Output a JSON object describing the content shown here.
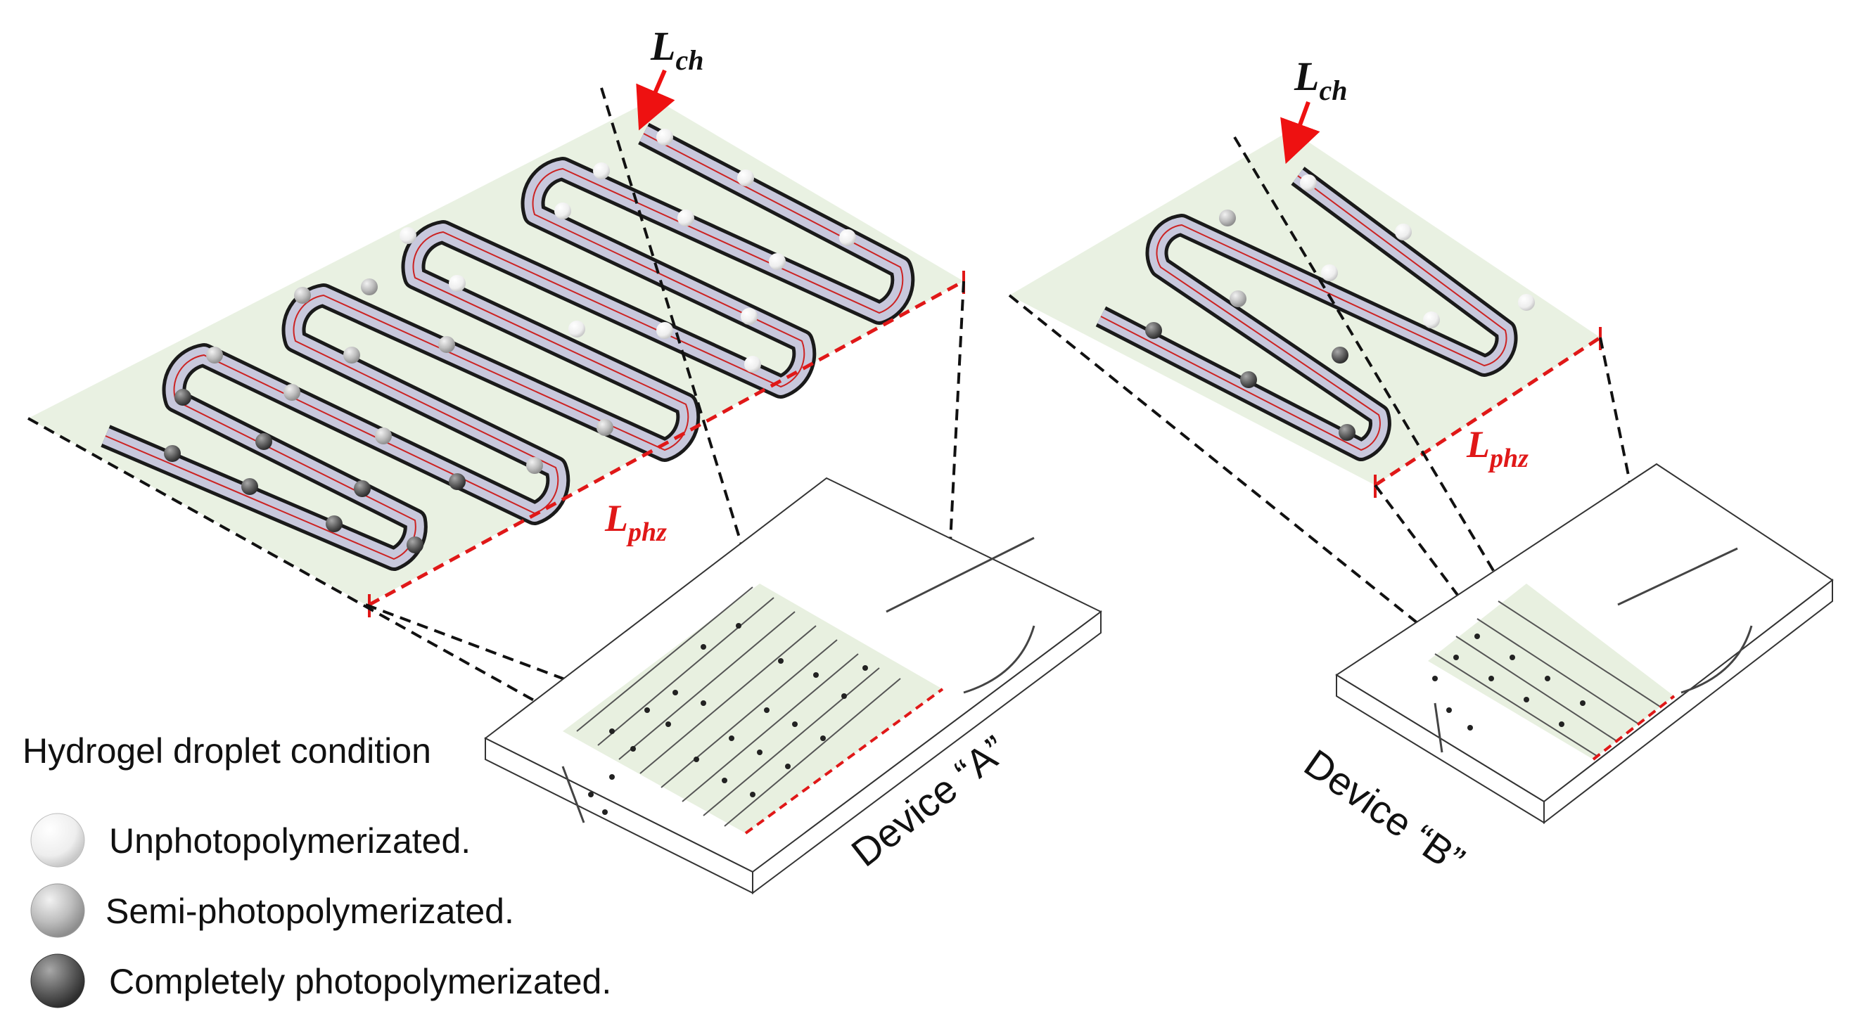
{
  "labels": {
    "lch_a": {
      "main": "L",
      "sub": "ch"
    },
    "lch_b": {
      "main": "L",
      "sub": "ch"
    },
    "lphz_a": {
      "main": "L",
      "sub": "phz"
    },
    "lphz_b": {
      "main": "L",
      "sub": "phz"
    },
    "device_a": "Device “A”",
    "device_b": "Device “B”"
  },
  "legend": {
    "title": "Hydrogel droplet condition",
    "items": [
      {
        "label": "Unphotopolymerizated.",
        "state": "unpolymerized"
      },
      {
        "label": "Semi-photopolymerizated.",
        "state": "semi"
      },
      {
        "label": "Completely photopolymerizated.",
        "state": "complete"
      }
    ]
  },
  "colors": {
    "zone_fill": "#e8f0e0",
    "red_dash": "#e01818",
    "arrow_red": "#ee1111",
    "channel_fill": "#c8c8dc",
    "channel_edge": "#1a1a1a",
    "droplet_white": "#f4f4f4",
    "droplet_semi": "#bdbdbd",
    "droplet_dark": "#6a6a6a"
  }
}
